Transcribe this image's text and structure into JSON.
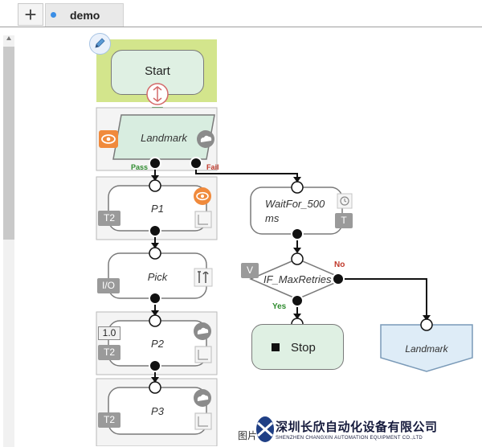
{
  "tabs": {
    "add_symbol": "+",
    "active_tab": "demo"
  },
  "nodes": {
    "start": "Start",
    "landmark_top": "Landmark",
    "pass_label": "Pass",
    "fail_label": "Fail",
    "p1": "P1",
    "p1_tag": "T2",
    "pick": "Pick",
    "pick_tag": "I/O",
    "p2": "P2",
    "p2_tag_speed": "1.0",
    "p2_tag": "T2",
    "p3": "P3",
    "p3_tag": "T2",
    "wait_line1": "WaitFor_500",
    "wait_line2": "ms",
    "wait_tag": "T",
    "if_label": "IF_MaxRetries",
    "if_tag": "V",
    "no_label": "No",
    "yes_label": "Yes",
    "stop": "Stop",
    "landmark_end": "Landmark"
  },
  "watermark": {
    "fig": "图片",
    "company": "深圳长欣自动化设备有限公司",
    "company_en": "SHENZHEN CHANGXIN AUTOMATION EQUIPMENT CO.,LTD"
  },
  "colors": {
    "start_bg": "#d3e58c",
    "node_green": "#dff0e3",
    "landmark_blue": "#deecf7",
    "pass_green": "#2e8b2e",
    "fail_red": "#c0392b",
    "eye_orange": "#f08a3c"
  },
  "icons": [
    "plus-icon",
    "edit-icon",
    "eye-icon",
    "cloud-icon",
    "corner-icon",
    "timer-icon",
    "tools-icon",
    "stop-icon"
  ]
}
